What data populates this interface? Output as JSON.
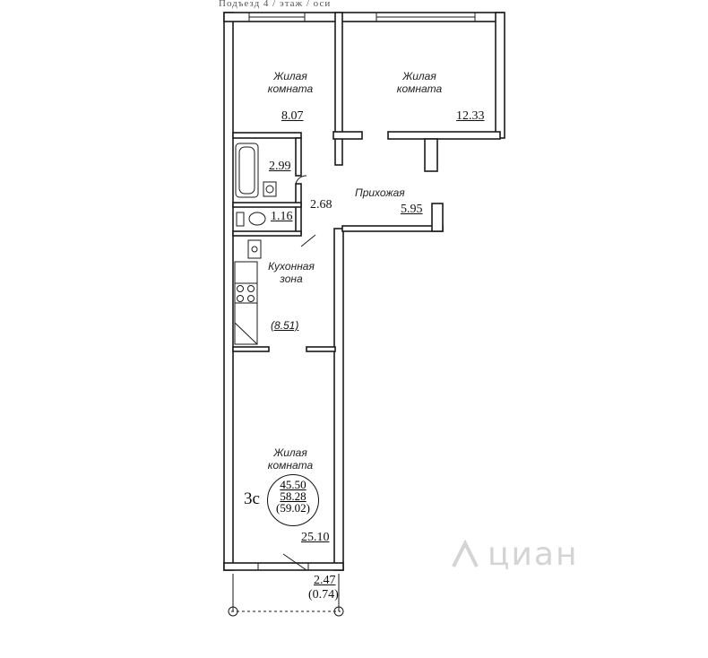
{
  "header_text": "Подъезд 4 / этаж / оси",
  "rooms": [
    {
      "id": "bedroom_small",
      "label": "Жилая комната",
      "area": "8.07"
    },
    {
      "id": "bedroom_large",
      "label": "Жилая комната",
      "area": "12.33"
    },
    {
      "id": "bathroom",
      "area": "2.99"
    },
    {
      "id": "toilet",
      "area": "1.16"
    },
    {
      "id": "corridor",
      "area": "2.68"
    },
    {
      "id": "hallway",
      "label": "Прихожая",
      "area": "5.95"
    },
    {
      "id": "kitchen_zone",
      "label": "Кухонная зона",
      "area": "(8.51)"
    },
    {
      "id": "living_room",
      "label": "Жилая комната",
      "area": "25.10"
    },
    {
      "id": "balcony",
      "area": "2.47",
      "area_coef": "(0.74)"
    }
  ],
  "summary": {
    "type_code": "3с",
    "living_area": "45.50",
    "total_area": "58.28",
    "total_with_balcony": "(59.02)"
  },
  "watermark": "циан",
  "colors": {
    "wall": "#1a1a1a",
    "watermark": "#d4d4d4"
  }
}
